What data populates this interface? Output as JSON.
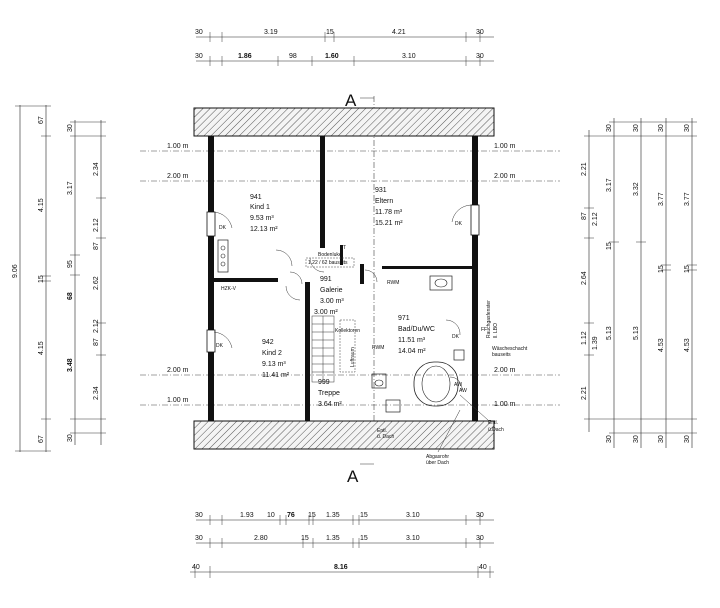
{
  "section_marker": "A",
  "dimensions": {
    "top_row1": [
      "30",
      "3.19",
      "15",
      "4.21",
      "30"
    ],
    "top_row2": [
      "30",
      "1.86",
      "98",
      "1.60",
      "3.10",
      "30"
    ],
    "bottom_row1": [
      "30",
      "1.93",
      "10",
      "76",
      "15",
      "1.35",
      "15",
      "3.10",
      "30"
    ],
    "bottom_row2": [
      "30",
      "2.80",
      "15",
      "1.35",
      "15",
      "3.10",
      "30"
    ],
    "bottom_row3": [
      "40",
      "8.16",
      "40"
    ],
    "left_col1": [
      "9.06"
    ],
    "left_col2": [
      "67",
      "4.15",
      "15",
      "4.15",
      "67"
    ],
    "left_col3": [
      "30",
      "3.17",
      "95",
      "68",
      "3.48",
      "30"
    ],
    "left_col4": [
      "2.34",
      "2.12",
      "87",
      "2.62",
      "87",
      "2.12",
      "2.34"
    ],
    "right_col1": [
      "2.21",
      "87",
      "2.12",
      "2.64",
      "1.12",
      "1.39",
      "2.21"
    ],
    "right_col2": [
      "30",
      "3.17",
      "15",
      "5.13",
      "30"
    ],
    "right_col3": [
      "30",
      "3.32",
      "5.13",
      "30"
    ],
    "right_col4": [
      "30",
      "3.77",
      "15",
      "4.53",
      "30"
    ],
    "right_col5": [
      "30",
      "3.77",
      "15",
      "4.53",
      "30"
    ],
    "height_lines": [
      "1.00 m",
      "2.00 m",
      "2.00 m",
      "1.00 m"
    ]
  },
  "rooms": {
    "r941": {
      "num": "941",
      "name": "Kind 1",
      "vol": "9.53 m³",
      "area": "12.13 m²"
    },
    "r931": {
      "num": "931",
      "name": "Eltern",
      "vol": "11.78 m³",
      "area": "15.21 m²"
    },
    "r991": {
      "num": "991",
      "name": "Galerie",
      "vol": "3.00 m³",
      "area": "3.00 m²"
    },
    "r942": {
      "num": "942",
      "name": "Kind 2",
      "vol": "9.13 m³",
      "area": "11.41 m²"
    },
    "r971": {
      "num": "971",
      "name": "Bad/Du/WC",
      "vol": "11.51 m³",
      "area": "14.04 m²"
    },
    "r999": {
      "num": "999",
      "name": "Treppe",
      "area": "3.64 m²"
    }
  },
  "labels": {
    "dk": "DK",
    "bodenluke": "Bodenluke",
    "bodenluke_sub": "1.22 / 62 bauseits",
    "hzk": "HZK-V",
    "kollektoren": "Kollektoren",
    "luftraum": "Luftraum",
    "rwm": "RWM",
    "entl": "Entl.",
    "ludach": "ü. Dach",
    "entl2": "Entl.",
    "ludach2": "ü.Dach",
    "abgasrohr": "Abgasrohr",
    "uberdach": "über Dach",
    "ff": "FF",
    "aw": "AW",
    "waschschacht": "Wäscheschacht",
    "bauseits": "bauseits",
    "rauchfenster": "Rauchgasfenster",
    "lbo": "ll. LBO",
    "tt": "TT"
  }
}
